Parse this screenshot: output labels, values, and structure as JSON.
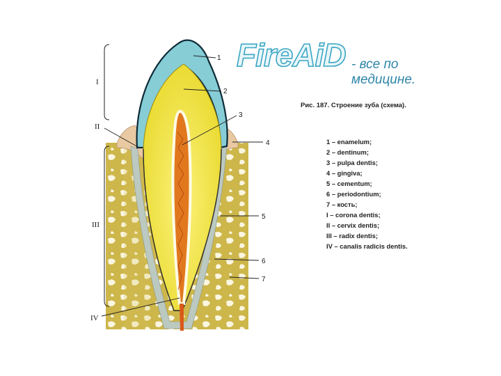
{
  "brand": {
    "name": "FireAiD",
    "tagline_line1": "- все по",
    "tagline_line2": "медицине."
  },
  "caption": "Рис. 187. Строение зуба (схема).",
  "diagram_labels": {
    "n1": "1",
    "n2": "2",
    "n3": "3",
    "n4": "4",
    "n5": "5",
    "n6": "6",
    "n7": "7",
    "r1": "I",
    "r2": "II",
    "r3": "III",
    "r4": "IV"
  },
  "legend": [
    "1 – enamelum;",
    "2 – dentinum;",
    "3 – pulpa dentis;",
    "4 – gingiva;",
    "5 – cementum;",
    "6 – periodontium;",
    "7 – кость;",
    "I – corona dentis;",
    "II – cervix dentis;",
    "III – radix dentis;",
    "IV – canalis radicis dentis."
  ],
  "colors": {
    "enamel": "#86cdd6",
    "dentin": "#f2e23a",
    "pulp": "#e2781e",
    "bone": "#cdb64a",
    "gingiva": "#e9c9a2",
    "brand_outline": "#3aa6c4"
  }
}
